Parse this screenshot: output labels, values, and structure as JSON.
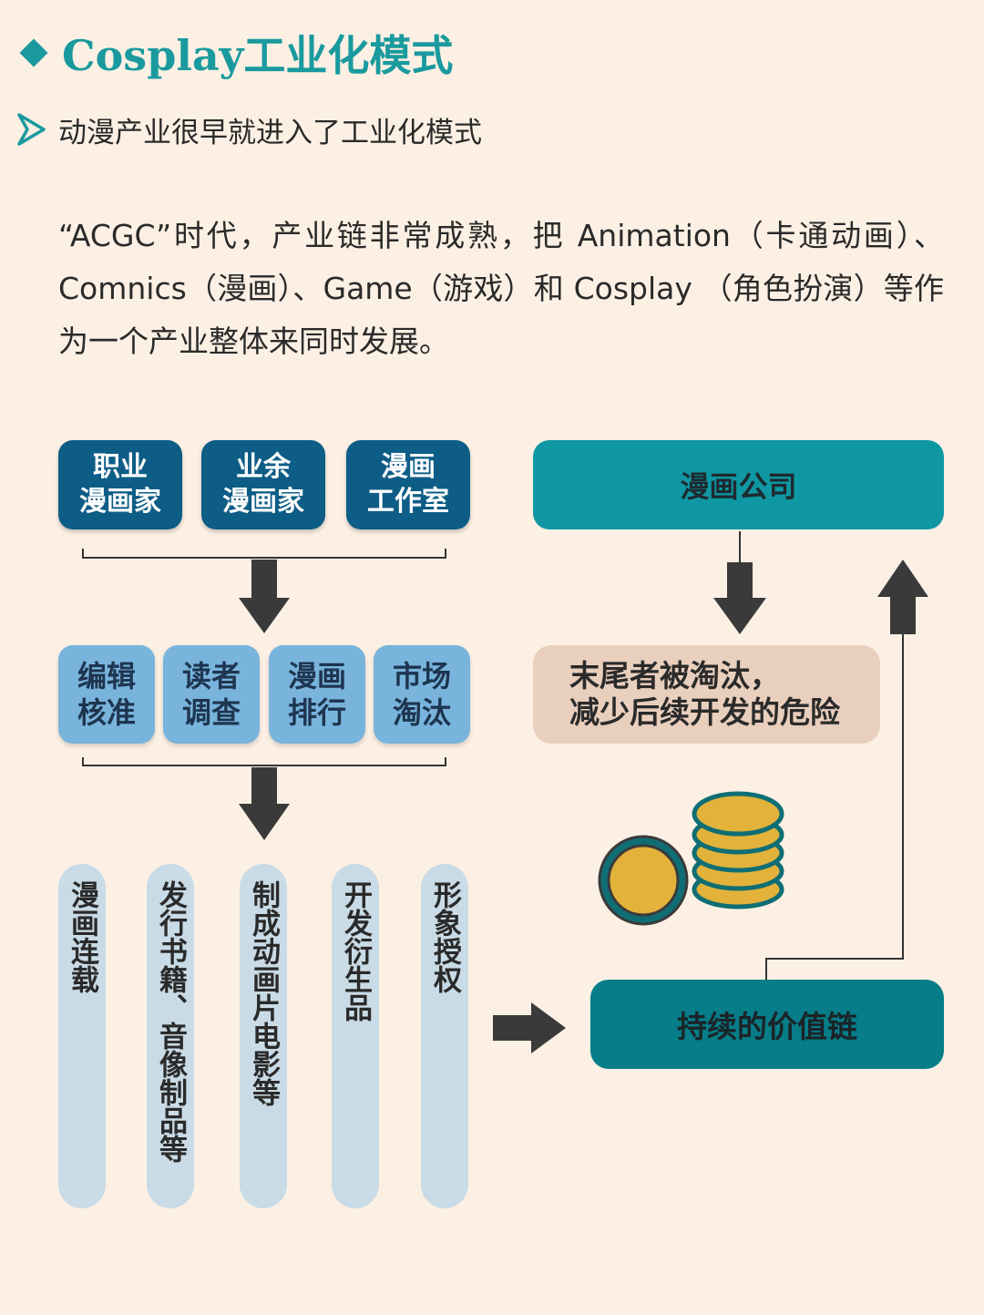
{
  "title": "Cosplay工业化模式",
  "subtitle": "动漫产业很早就进入了工业化模式",
  "paragraph": "“ACGC”时代，产业链非常成熟，把 Animation（卡通动画）、Comnics（漫画）、Game（游戏）和 Cosplay （角色扮演）等作为一个产业整体来同时发展。",
  "creators": [
    "职业\n漫画家",
    "业余\n漫画家",
    "漫画\n工作室"
  ],
  "selection": [
    "编辑\n核准",
    "读者\n调查",
    "漫画\n排行",
    "市场\n淘汰"
  ],
  "outputs": [
    "漫画连载",
    "发行书籍、音像制品等",
    "制成动画片电影等",
    "开发衍生品",
    "形象授权"
  ],
  "company": "漫画公司",
  "risk": "末尾者被淘汰，\n减少后续开发的危险",
  "value_chain": "持续的价值链",
  "colors": {
    "title": "#1a9a9e",
    "creator_box": "#0d5d86",
    "selection_box": "#78b4dc",
    "pill": "#c9dbe6",
    "company_box": "#0f97a3",
    "risk_box": "#e9cfbd",
    "value_box": "#067d88",
    "arrow": "#3a3a3a",
    "coin": "#e2b23a"
  },
  "icons": [
    "diamond-icon",
    "chevron-right-icon",
    "arrow-down-icon",
    "arrow-up-icon",
    "arrow-right-icon",
    "coin-stack-icon"
  ]
}
